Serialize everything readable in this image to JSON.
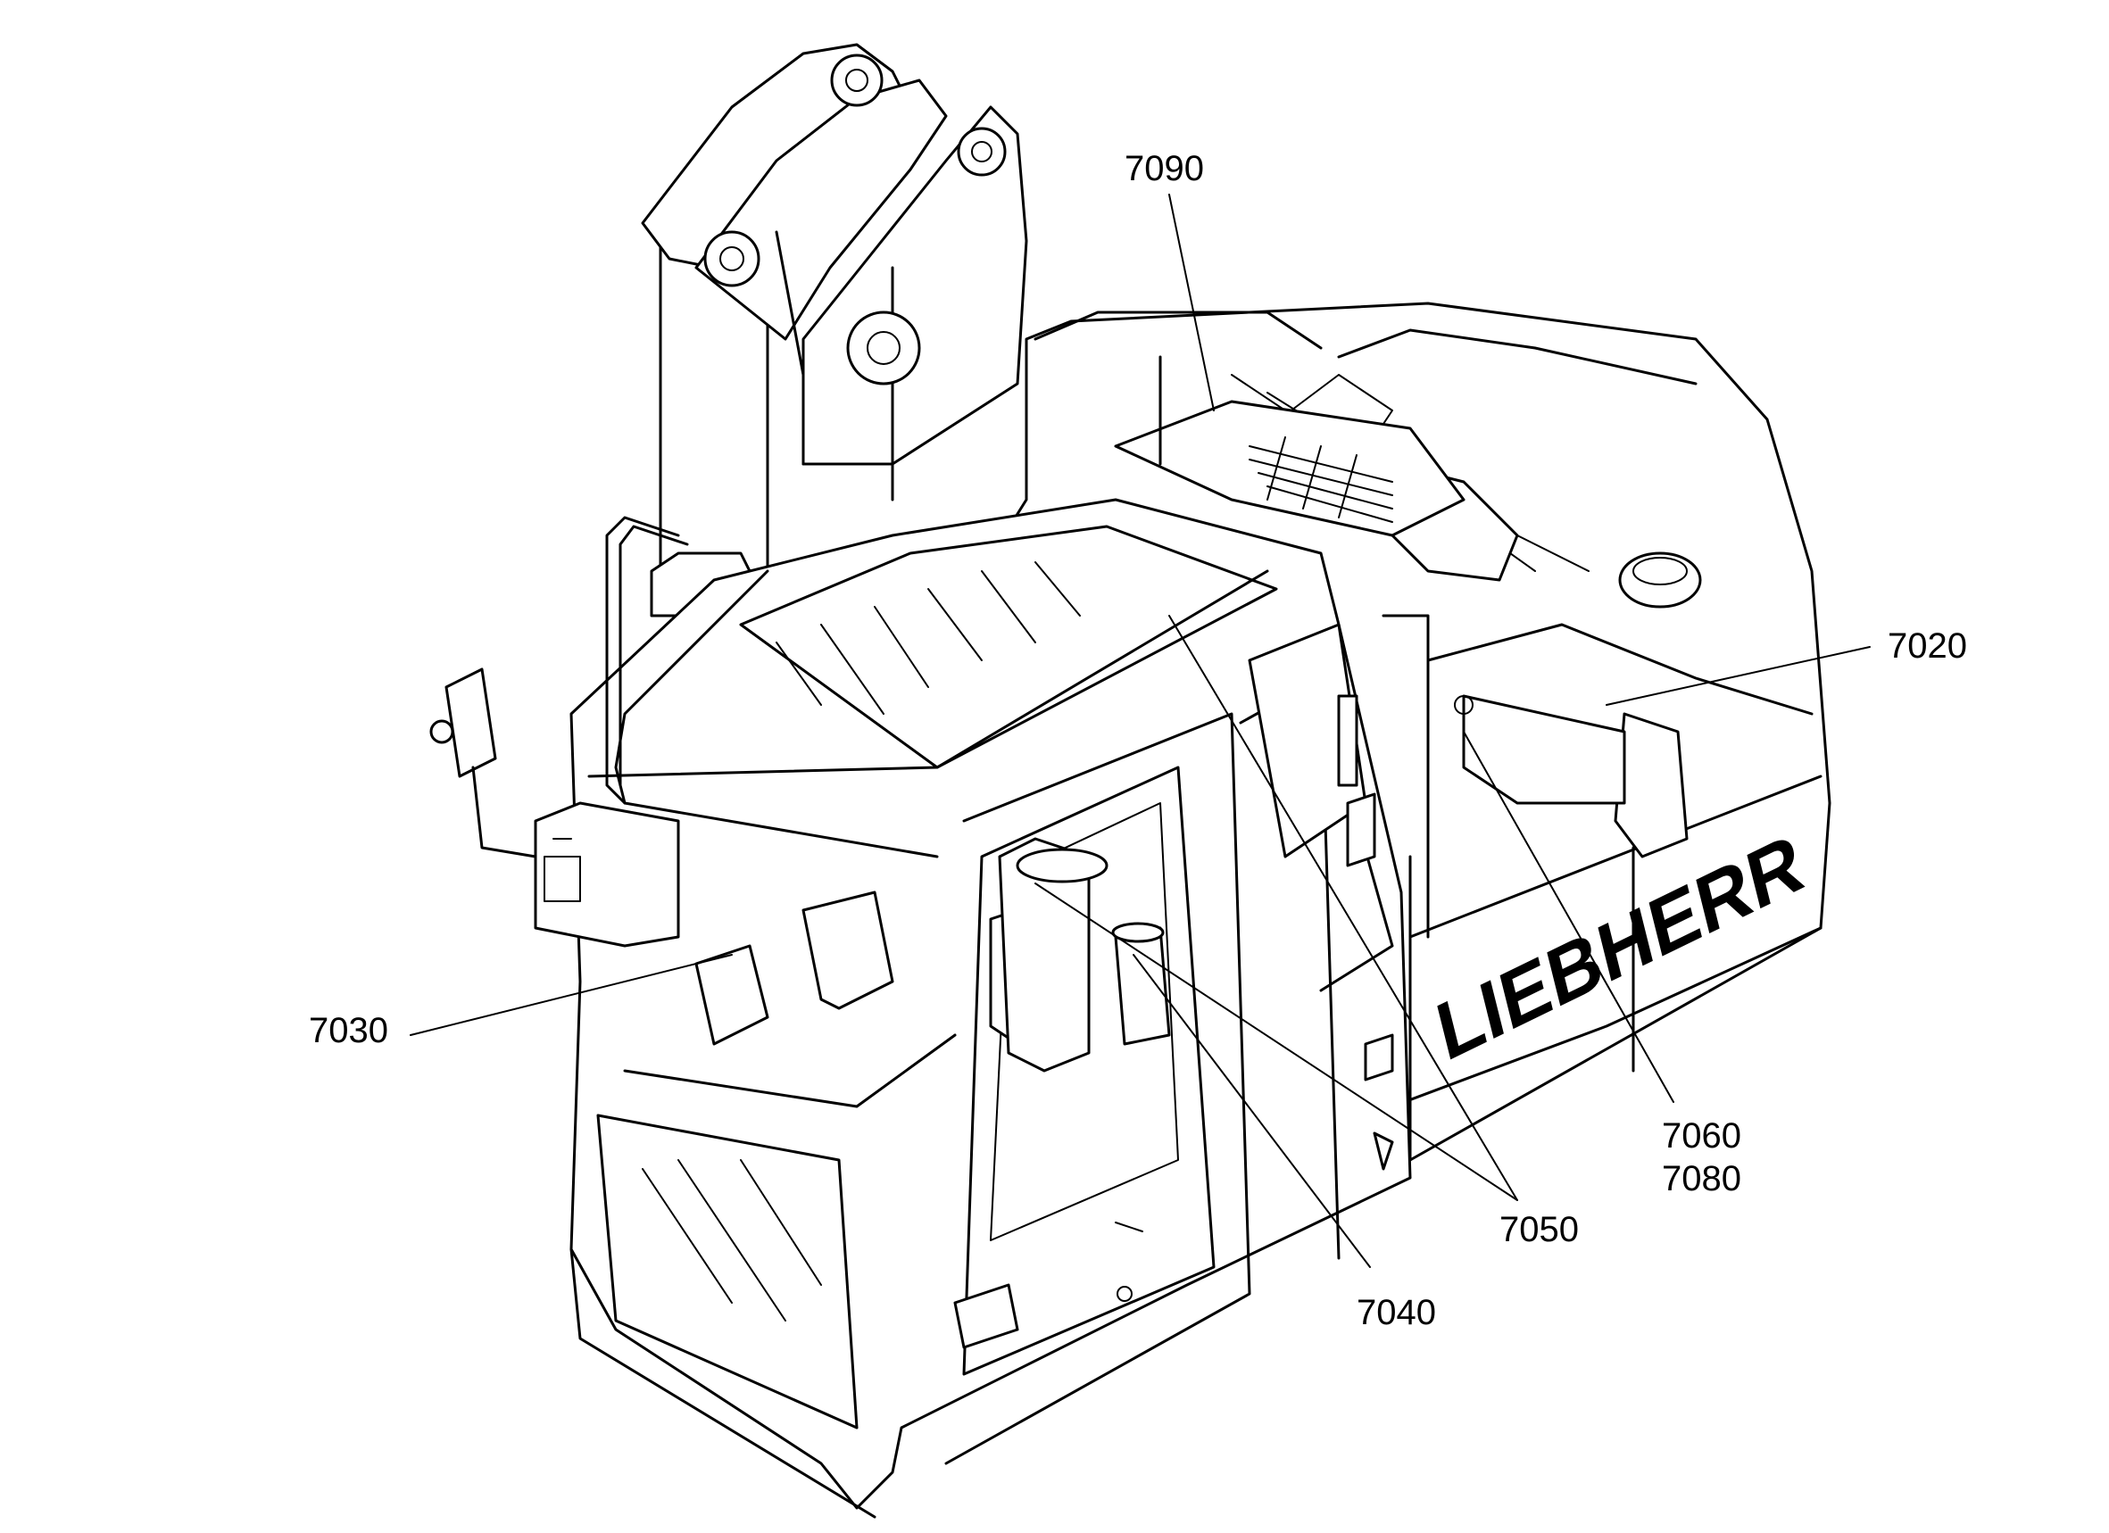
{
  "diagram": {
    "brand_text": "LIEBHERR",
    "callouts": [
      {
        "id": "7090",
        "text": "7090"
      },
      {
        "id": "7020",
        "text": "7020"
      },
      {
        "id": "7030",
        "text": "7030"
      },
      {
        "id": "7060",
        "text": "7060"
      },
      {
        "id": "7080",
        "text": "7080"
      },
      {
        "id": "7050",
        "text": "7050"
      },
      {
        "id": "7040",
        "text": "7040"
      }
    ]
  }
}
